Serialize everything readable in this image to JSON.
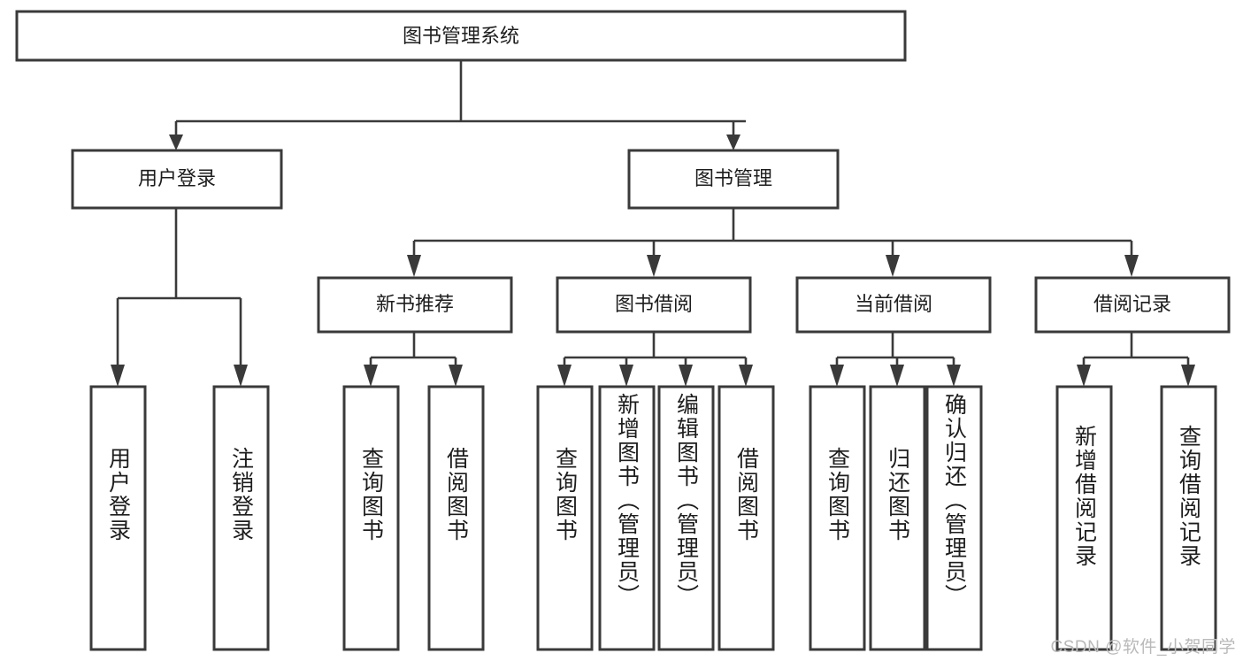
{
  "diagram": {
    "type": "hierarchy-tree",
    "title": "图书管理系统",
    "watermark": "CSDN @软件_小贺同学",
    "colors": {
      "background": "#ffffff",
      "box_border": "#3a3a3a",
      "box_fill": "#ffffff",
      "text": "#1d1d1d",
      "connector": "#3a3a3a",
      "watermark": "#b9b9b9"
    },
    "root": {
      "label": "图书管理系统"
    },
    "level2": [
      {
        "label": "用户登录"
      },
      {
        "label": "图书管理"
      }
    ],
    "level3": [
      {
        "label": "新书推荐"
      },
      {
        "label": "图书借阅"
      },
      {
        "label": "当前借阅"
      },
      {
        "label": "借阅记录"
      }
    ],
    "leaves": {
      "user_login": [
        {
          "label": "用户登录"
        },
        {
          "label": "注销登录"
        }
      ],
      "new_book": [
        {
          "label": "查询图书"
        },
        {
          "label": "借阅图书"
        }
      ],
      "book_borrow": [
        {
          "label": "查询图书"
        },
        {
          "label": "新增图书（管理员）"
        },
        {
          "label": "编辑图书（管理员）"
        },
        {
          "label": "借阅图书"
        }
      ],
      "current_borrow": [
        {
          "label": "查询图书"
        },
        {
          "label": "归还图书"
        },
        {
          "label": "确认归还（管理员）"
        }
      ],
      "borrow_record": [
        {
          "label": "新增借阅记录"
        },
        {
          "label": "查询借阅记录"
        }
      ]
    }
  }
}
